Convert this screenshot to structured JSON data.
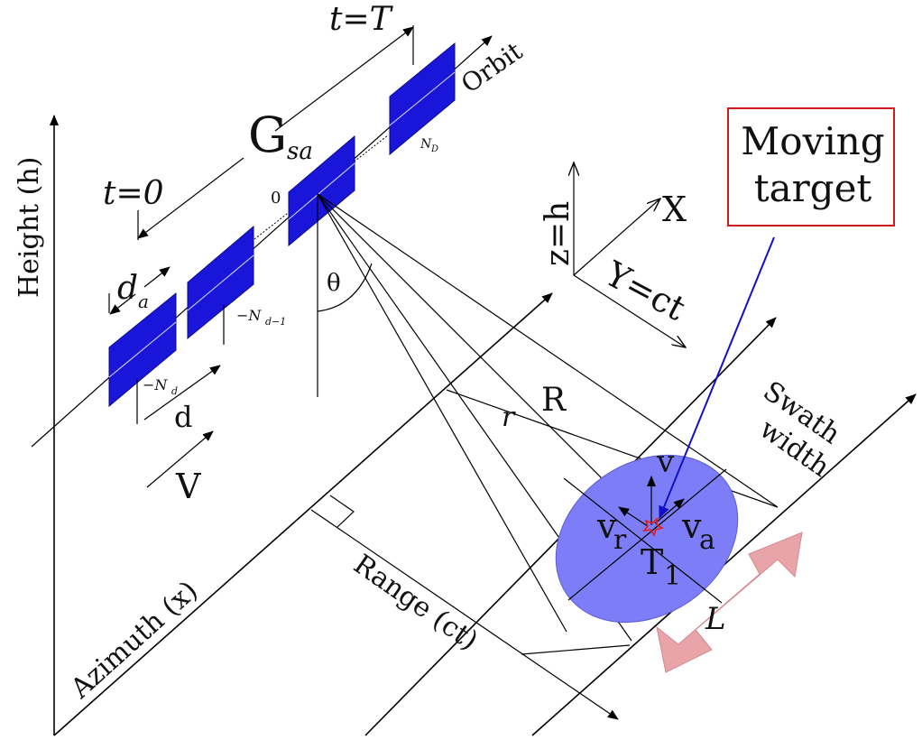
{
  "labels": {
    "t_end": "t=T",
    "orbit": "Orbit",
    "gsa_main": "G",
    "gsa_sub": "sa",
    "nD": "N",
    "nD_sub": "D",
    "zero": "0",
    "t_start": "t=0",
    "height": "Height (h)",
    "da_main": "d",
    "da_sub": "a",
    "nd1_prefix": "−N",
    "nd1_sub": "d−1",
    "nd_prefix": "−N",
    "nd_sub": "d",
    "d": "d",
    "v_platform": "V",
    "theta": "θ",
    "z_axis": "z=h",
    "x_axis": "X",
    "y_axis": "Y=ct",
    "R": "R",
    "r": "r",
    "swath": "Swath",
    "width": "width",
    "v_target": "v",
    "vr_main": "v",
    "vr_sub": "r",
    "va_main": "v",
    "va_sub": "a",
    "t1_main": "T",
    "t1_sub": "1",
    "L": "L",
    "azimuth": "Azimuth (x)",
    "range": "Range (ct)"
  },
  "callout": {
    "line1": "Moving",
    "line2": "target",
    "border_color": "#d11919",
    "arrow_color": "#1010c8"
  },
  "colors": {
    "panel": "#1a16d9",
    "ellipse": "#7d7ef7",
    "double_arrow": "#e8a4a8",
    "target_marker": "#e21b1b"
  }
}
